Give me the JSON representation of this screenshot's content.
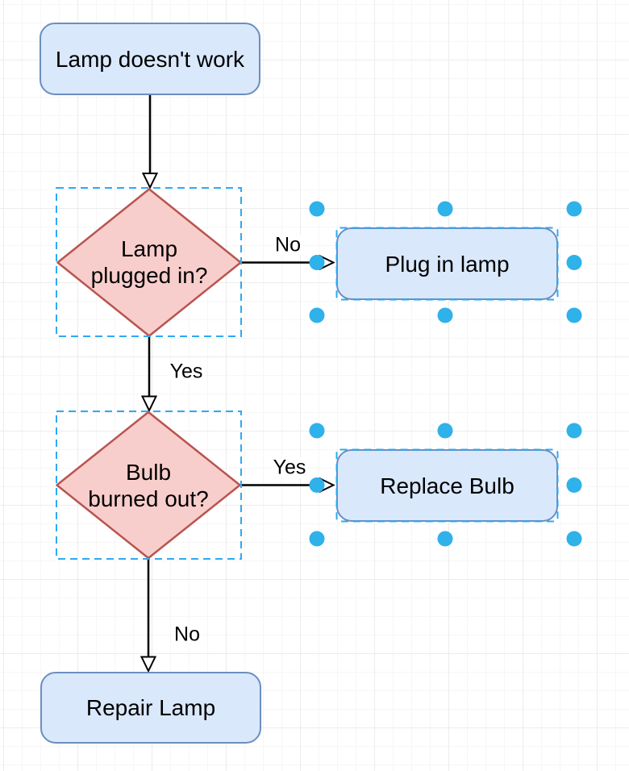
{
  "nodes": {
    "start": {
      "label": "Lamp doesn't work"
    },
    "decision_plugged": {
      "line1": "Lamp",
      "line2": "plugged in?"
    },
    "action_plug": {
      "label": "Plug in lamp",
      "selected": true
    },
    "decision_bulb": {
      "line1": "Bulb",
      "line2": "burned out?"
    },
    "action_replace": {
      "label": "Replace Bulb",
      "selected": true
    },
    "action_repair": {
      "label": "Repair Lamp"
    }
  },
  "edge_labels": {
    "plugged_no": "No",
    "plugged_yes": "Yes",
    "bulb_yes": "Yes",
    "bulb_no": "No"
  },
  "selection": {
    "handles_per_selected_node": 8
  },
  "colors": {
    "process_fill": "#dae8fc",
    "process_stroke": "#6c8ebf",
    "decision_fill": "#f8cecc",
    "decision_stroke": "#b85450",
    "edge_stroke": "#000000",
    "selection_dash": "#2ea9f2",
    "selection_handle": "#2fb1ea",
    "canvas_background": "#ffffff"
  }
}
